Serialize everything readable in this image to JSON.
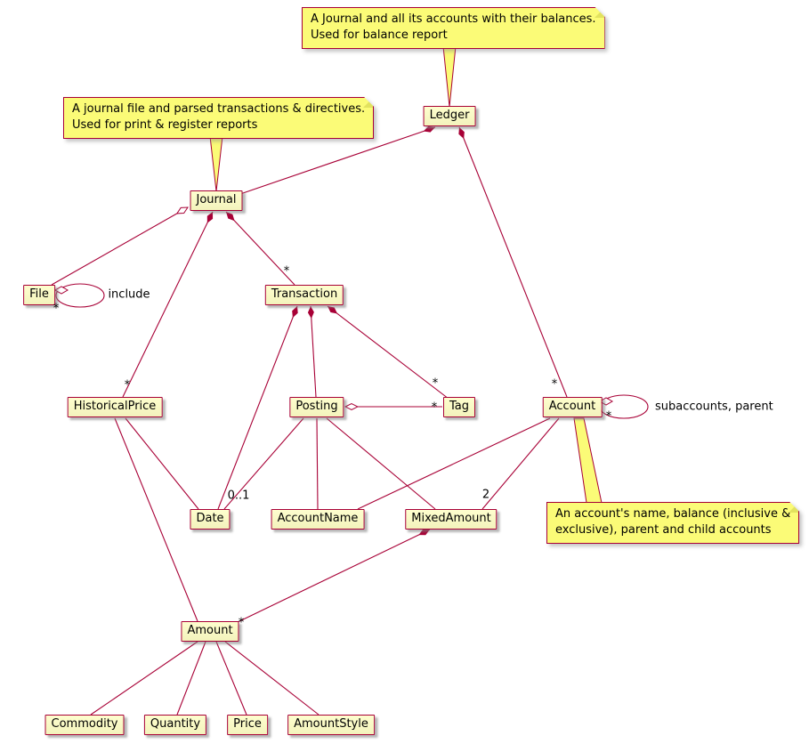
{
  "diagram": {
    "classes": {
      "ledger": "Ledger",
      "journal": "Journal",
      "file": "File",
      "transaction": "Transaction",
      "historical_price": "HistoricalPrice",
      "posting": "Posting",
      "tag": "Tag",
      "account": "Account",
      "date": "Date",
      "account_name": "AccountName",
      "mixed_amount": "MixedAmount",
      "amount": "Amount",
      "commodity": "Commodity",
      "quantity": "Quantity",
      "price": "Price",
      "amount_style": "AmountStyle"
    },
    "notes": {
      "ledger": "A Journal and all its accounts with their balances.\nUsed for balance report",
      "journal": "A journal file and parsed transactions & directives.\nUsed for print & register reports",
      "account": "An account's name, balance (inclusive &\nexclusive), parent and child accounts"
    },
    "labels": {
      "include": "include",
      "file_star": "*",
      "transaction_star": "*",
      "historical_price_star": "*",
      "transaction_tag_star": "*",
      "posting_tag_star": "*",
      "account_star": "*",
      "account_self_star": "*",
      "subaccounts_parent": "subaccounts, parent",
      "posting_date_card": "0..1",
      "account_mixedamount_card": "2",
      "amount_star": "*"
    },
    "colors": {
      "line": "#A80036",
      "class_fill": "#FEFECE",
      "note_fill": "#FBFB77"
    }
  }
}
